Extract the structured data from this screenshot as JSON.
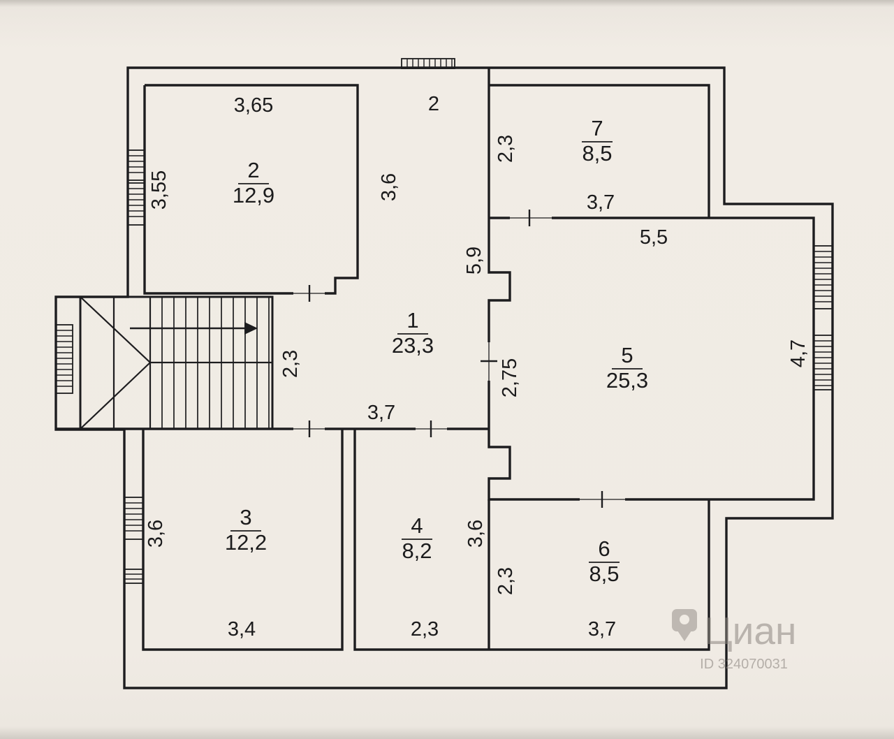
{
  "colors": {
    "paper": "#f0ebe4",
    "ink": "#1d1d1f",
    "watermark": "#8d8781"
  },
  "rooms": [
    {
      "number": "1",
      "area": "23,3"
    },
    {
      "number": "2",
      "area": "12,9"
    },
    {
      "number": "3",
      "area": "12,2"
    },
    {
      "number": "4",
      "area": "8,2"
    },
    {
      "number": "5",
      "area": "25,3"
    },
    {
      "number": "6",
      "area": "8,5"
    },
    {
      "number": "7",
      "area": "8,5"
    }
  ],
  "dimensions": {
    "room2_top": "3,65",
    "room2_left": "3,55",
    "top_window": "2",
    "hall_top": "3,6",
    "room7_left": "2,3",
    "room7_bottom": "3,7",
    "room5_top": "5,5",
    "hall_mid": "5,9",
    "hall_passage": "2,3",
    "room5_door": "2,75",
    "hall_bottom": "3,7",
    "room5_right": "4,7",
    "room3_left": "3,6",
    "room3_bottom": "3,4",
    "room4_right": "3,6",
    "room4_bottom": "2,3",
    "room6_left": "2,3",
    "room6_bottom": "3,7"
  },
  "watermark": {
    "brand": "Циан",
    "id": "ID 324070031"
  }
}
